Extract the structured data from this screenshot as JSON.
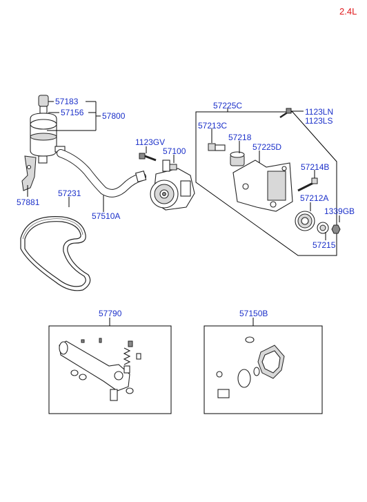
{
  "header": {
    "engine": "2.4L"
  },
  "callouts": {
    "c57183": "57183",
    "c57156": "57156",
    "c57800": "57800",
    "c57881": "57881",
    "c57231": "57231",
    "c57510A": "57510A",
    "c1123GV": "1123GV",
    "c57100": "57100",
    "c57225C": "57225C",
    "c57213C": "57213C",
    "c57218": "57218",
    "c57225D": "57225D",
    "c1123LN": "1123LN",
    "c1123LS": "1123LS",
    "c57214B": "57214B",
    "c57212A": "57212A",
    "c1339GB": "1339GB",
    "c57215": "57215",
    "c57790": "57790",
    "c57150B": "57150B"
  }
}
